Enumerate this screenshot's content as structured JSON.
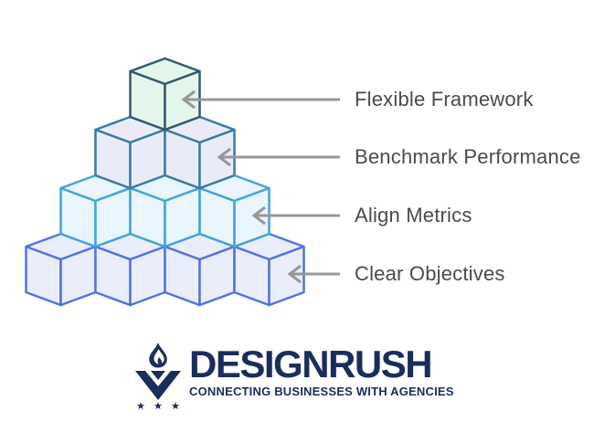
{
  "diagram": {
    "title_hint": "stacked-cube pyramid with four labeled levels",
    "arrow_color": "#979797",
    "label_color": "#4a4a4a",
    "levels": [
      {
        "id": "flexible-framework",
        "label": "Flexible Framework",
        "cubes": 1,
        "stroke": "#34596a",
        "fill": "#e4f5eb"
      },
      {
        "id": "benchmark-performance",
        "label": "Benchmark Performance",
        "cubes": 2,
        "stroke": "#3a7ba3",
        "fill": "#e9ecf8"
      },
      {
        "id": "align-metrics",
        "label": "Align Metrics",
        "cubes": 3,
        "stroke": "#41a4da",
        "fill": "#e9f6fd"
      },
      {
        "id": "clear-objectives",
        "label": "Clear Objectives",
        "cubes": 4,
        "stroke": "#5173e0",
        "fill": "#eaeefb"
      }
    ]
  },
  "logo": {
    "brand": "DESIGNRUSH",
    "tagline": "CONNECTING BUSINESSES WITH AGENCIES",
    "color": "#1b2d5b",
    "icon": "torch-flame-with-stars"
  }
}
